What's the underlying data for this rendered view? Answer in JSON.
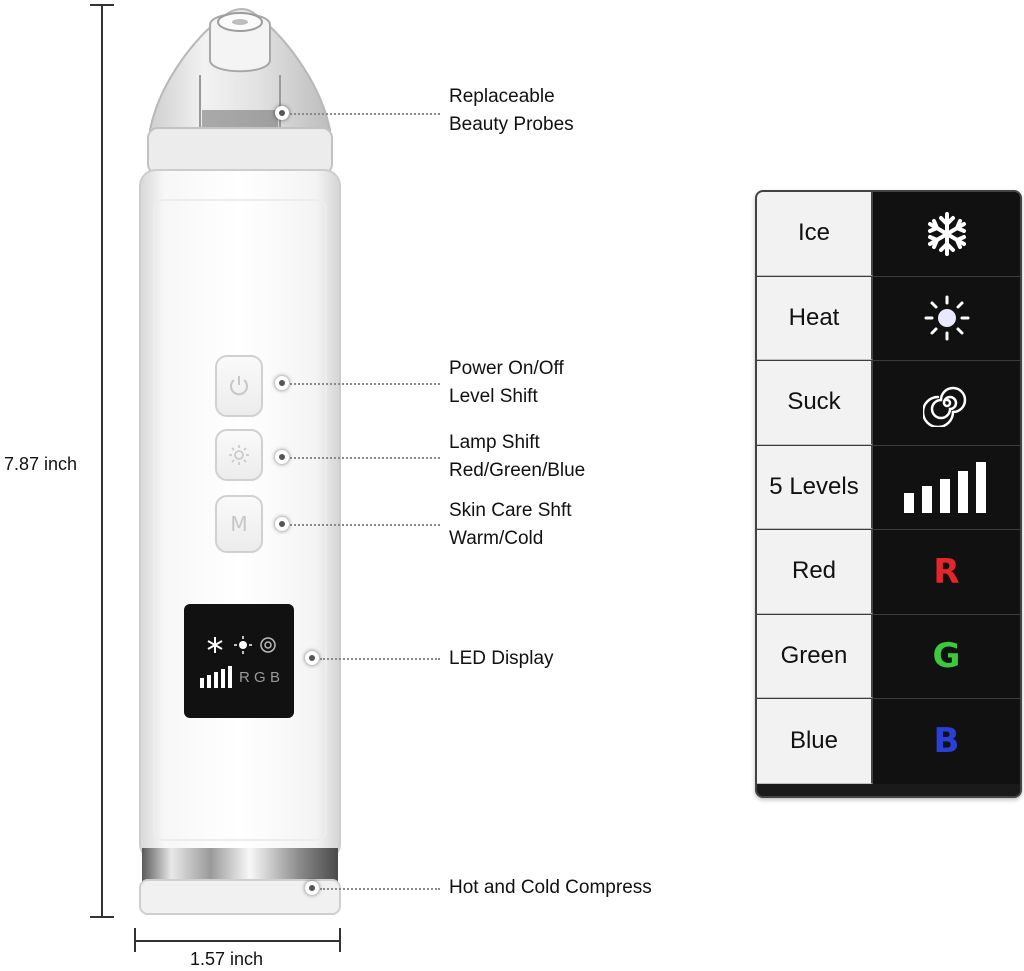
{
  "dimensions": {
    "height_label": "7.87 inch",
    "width_label": "1.57 inch"
  },
  "callouts": [
    {
      "line1": "Replaceable",
      "line2": "Beauty Probes"
    },
    {
      "line1": "Power On/Off",
      "line2": "Level Shift"
    },
    {
      "line1": "Lamp Shift",
      "line2": "Red/Green/Blue"
    },
    {
      "line1": "Skin Care Shft",
      "line2": "Warm/Cold"
    },
    {
      "line1": "LED Display",
      "line2": ""
    },
    {
      "line1": "Hot and Cold Compress",
      "line2": ""
    }
  ],
  "device": {
    "mode_button_letter": "M",
    "display_letters": [
      "R",
      "G",
      "B"
    ]
  },
  "legend": [
    {
      "name": "Ice",
      "icon": "snowflake-icon",
      "color": "#ffffff"
    },
    {
      "name": "Heat",
      "icon": "sun-icon",
      "color": "#ffffff"
    },
    {
      "name": "Suck",
      "icon": "spiral-icon",
      "color": "#ffffff"
    },
    {
      "name": "5 Levels",
      "icon": "level-bars-icon",
      "color": "#ffffff"
    },
    {
      "name": "Red",
      "symbol": "R",
      "color": "#e3262b"
    },
    {
      "name": "Green",
      "symbol": "G",
      "color": "#3cc93c"
    },
    {
      "name": "Blue",
      "symbol": "B",
      "color": "#2b3fd6"
    }
  ]
}
